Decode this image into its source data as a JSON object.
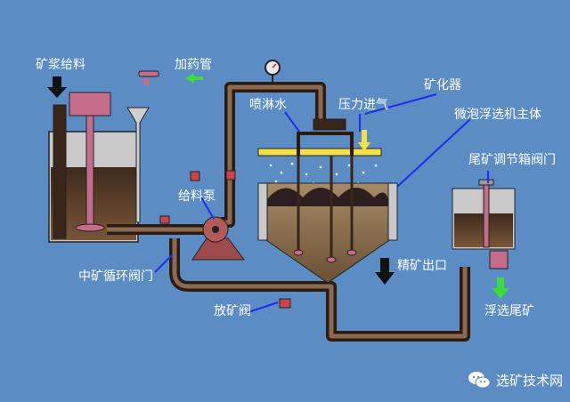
{
  "labels": {
    "slurry_feed": "矿浆给料",
    "reagent_pipe": "加药管",
    "spray_water": "喷淋水",
    "pressure_air": "压力进气",
    "mineralizer": "矿化器",
    "flotation_body": "微泡浮选机主体",
    "tailings_valve": "尾矿调节箱阀门",
    "feed_pump": "给料泵",
    "middling_valve": "中矿循环阀门",
    "discharge_valve": "放矿阀",
    "concentrate_outlet": "精矿出口",
    "flotation_tailings": "浮选尾矿"
  },
  "watermark": "选矿技术网",
  "colors": {
    "background": "#5b8cc4",
    "pipe": "#3a2618",
    "pipe_inner": "#8a6a52",
    "slurry": "#6b4a30",
    "froth": "#2d1f1f",
    "pump": "#9c4a4a",
    "spray_header": "#f2e04a",
    "leader_line": "#1c2ef0",
    "arrow_green": "#3cdc3c",
    "arrow_black": "#111111"
  },
  "icons": [
    "down-arrow-icon",
    "left-arrow-icon",
    "pressure-gauge-icon",
    "wechat-icon"
  ]
}
